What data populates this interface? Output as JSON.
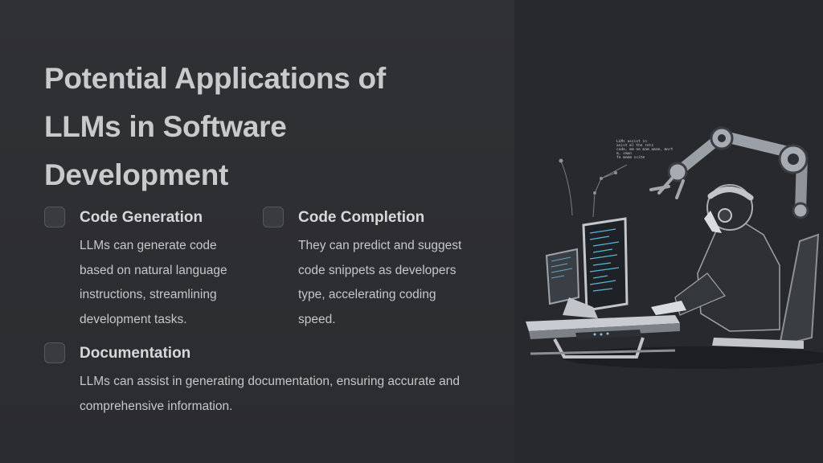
{
  "title": "Potential Applications of LLMs in Software Development",
  "items": [
    {
      "heading": "Code Generation",
      "text": "LLMs can generate code based on natural language instructions, streamlining development tasks."
    },
    {
      "heading": "Code Completion",
      "text": "They can predict and suggest code snippets as developers type, accelerating coding speed."
    },
    {
      "heading": "Documentation",
      "text": "LLMs can assist in generating documentation, ensuring accurate and comprehensive information."
    }
  ],
  "illustration": {
    "icon": "robot-arm-developer-illustration",
    "note_lines": [
      "LLMs assist in",
      "asist ml the rotz",
      "code, mm ne mam amsm, mnrt",
      "m, sman",
      "fe mnmm scitm"
    ]
  },
  "colors": {
    "background": "#2c2d30",
    "panel_right": "#27292c",
    "title": "#c9cacc",
    "text": "#c6c7c9"
  }
}
